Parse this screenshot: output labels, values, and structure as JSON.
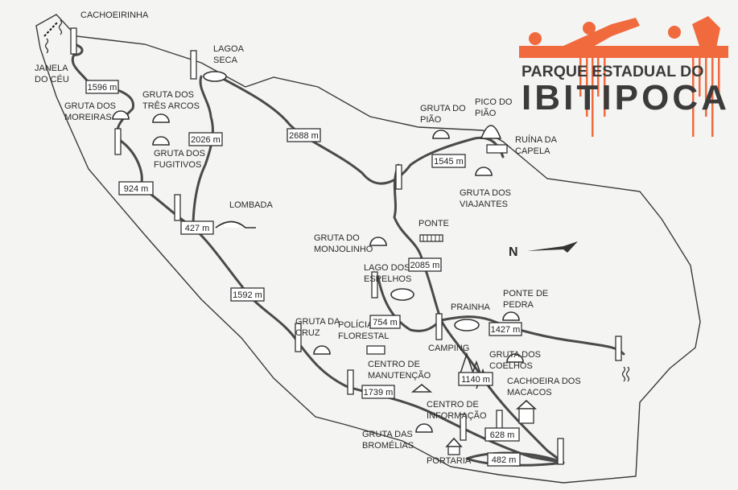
{
  "logo": {
    "line1": "PARQUE ESTADUAL DO",
    "line2": "IBITIPOCA",
    "accent_color": "#f06a3e",
    "text_color": "#3b3b3b"
  },
  "compass": {
    "label": "N"
  },
  "places": [
    {
      "lines": [
        "CACHOEIRINHA"
      ]
    },
    {
      "lines": [
        "JANELA",
        "DO CÉU"
      ]
    },
    {
      "lines": [
        "GRUTA DOS",
        "MOREIRAS"
      ]
    },
    {
      "lines": [
        "GRUTA DOS",
        "TRÊS ARCOS"
      ]
    },
    {
      "lines": [
        "LAGOA",
        "SECA"
      ]
    },
    {
      "lines": [
        "GRUTA DOS",
        "FUGITIVOS"
      ]
    },
    {
      "lines": [
        "LOMBADA"
      ]
    },
    {
      "lines": [
        "GRUTA DO",
        "PIÃO"
      ]
    },
    {
      "lines": [
        "PICO DO",
        "PIÃO"
      ]
    },
    {
      "lines": [
        "RUÍNA DA",
        "CAPELA"
      ]
    },
    {
      "lines": [
        "GRUTA DOS",
        "VIAJANTES"
      ]
    },
    {
      "lines": [
        "PONTE"
      ]
    },
    {
      "lines": [
        "GRUTA DO",
        "MONJOLINHO"
      ]
    },
    {
      "lines": [
        "LAGO DOS",
        "ESPELHOS"
      ]
    },
    {
      "lines": [
        "PONTE DE",
        "PEDRA"
      ]
    },
    {
      "lines": [
        "PRAINHA"
      ]
    },
    {
      "lines": [
        "GRUTA DA",
        "CRUZ"
      ]
    },
    {
      "lines": [
        "POLÍCIA",
        "FLORESTAL"
      ]
    },
    {
      "lines": [
        "CAMPING"
      ]
    },
    {
      "lines": [
        "CENTRO DE",
        "MANUTENÇÃO"
      ]
    },
    {
      "lines": [
        "GRUTA DOS",
        "COELHOS"
      ]
    },
    {
      "lines": [
        "CACHOEIRA DOS",
        "MACACOS"
      ]
    },
    {
      "lines": [
        "CENTRO DE",
        "INFORMAÇÃO"
      ]
    },
    {
      "lines": [
        "GRUTA DAS",
        "BROMÉLIAS"
      ]
    },
    {
      "lines": [
        "PORTARIA"
      ]
    }
  ],
  "distances": [
    "1596 m",
    "2026 m",
    "2688 m",
    "924 m",
    "427 m",
    "1545 m",
    "2085 m",
    "1592 m",
    "754 m",
    "1427 m",
    "1140 m",
    "1739 m",
    "628 m",
    "482 m"
  ]
}
